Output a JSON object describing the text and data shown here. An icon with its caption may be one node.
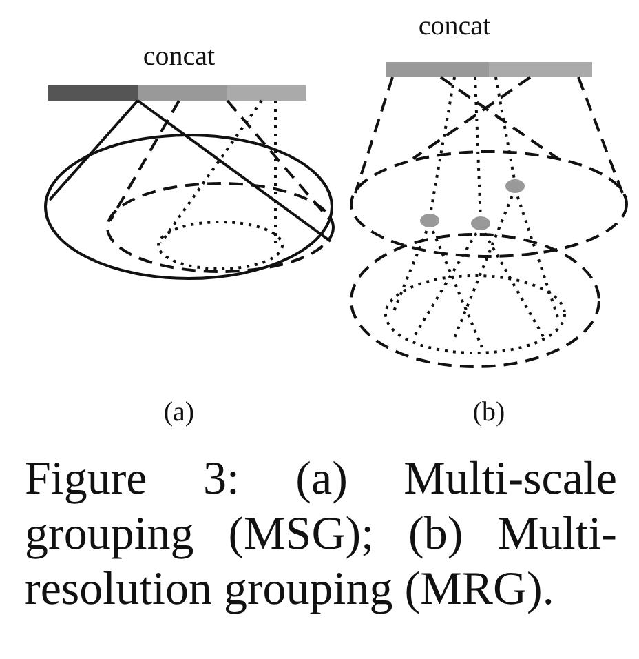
{
  "diagram": {
    "caption": "Figure 3: (a) Multi-scale grouping (MSG); (b) Multi-resolution grouping (MRG).",
    "labels": [
      "concat",
      "concat",
      "(a)",
      "(b)"
    ]
  }
}
